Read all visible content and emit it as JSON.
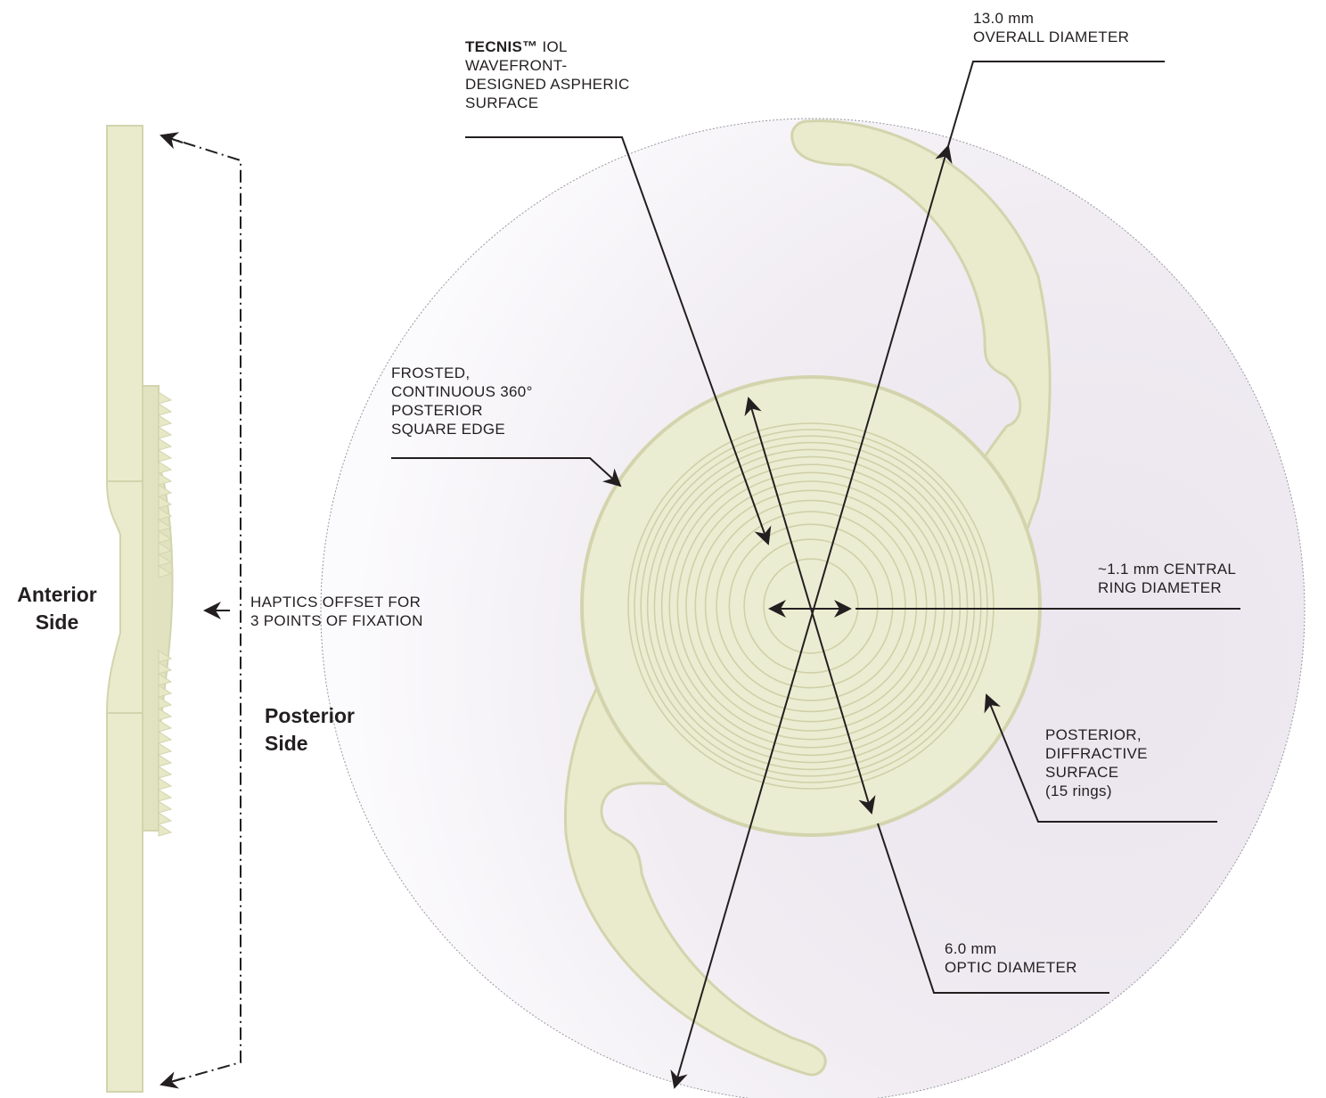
{
  "labels": {
    "overall_diameter": [
      "13.0 mm",
      "OVERALL DIAMETER"
    ],
    "aspheric": {
      "brand": "TECNIS™",
      "brand_suffix": " IOL",
      "lines": [
        "WAVEFRONT-",
        "DESIGNED ASPHERIC",
        "SURFACE"
      ]
    },
    "square_edge": [
      "FROSTED,",
      "CONTINUOUS 360°",
      "POSTERIOR",
      "SQUARE EDGE"
    ],
    "central_ring": [
      "~1.1 mm CENTRAL",
      "RING DIAMETER"
    ],
    "haptics_offset": [
      "HAPTICS OFFSET FOR",
      "3 POINTS OF FIXATION"
    ],
    "diffractive": [
      "POSTERIOR,",
      "DIFFRACTIVE",
      "SURFACE",
      "(15 rings)"
    ],
    "optic_diameter": [
      "6.0 mm",
      "OPTIC DIAMETER"
    ],
    "anterior_side": [
      "Anterior",
      "Side"
    ],
    "posterior_side": [
      "Posterior",
      "Side"
    ]
  },
  "lens": {
    "diffractive_ring_count": 15,
    "fill_color": "#ebedd2",
    "edge_color": "#d3d4ad",
    "background_tint": "#efe9f1",
    "line_color": "#231f20"
  }
}
